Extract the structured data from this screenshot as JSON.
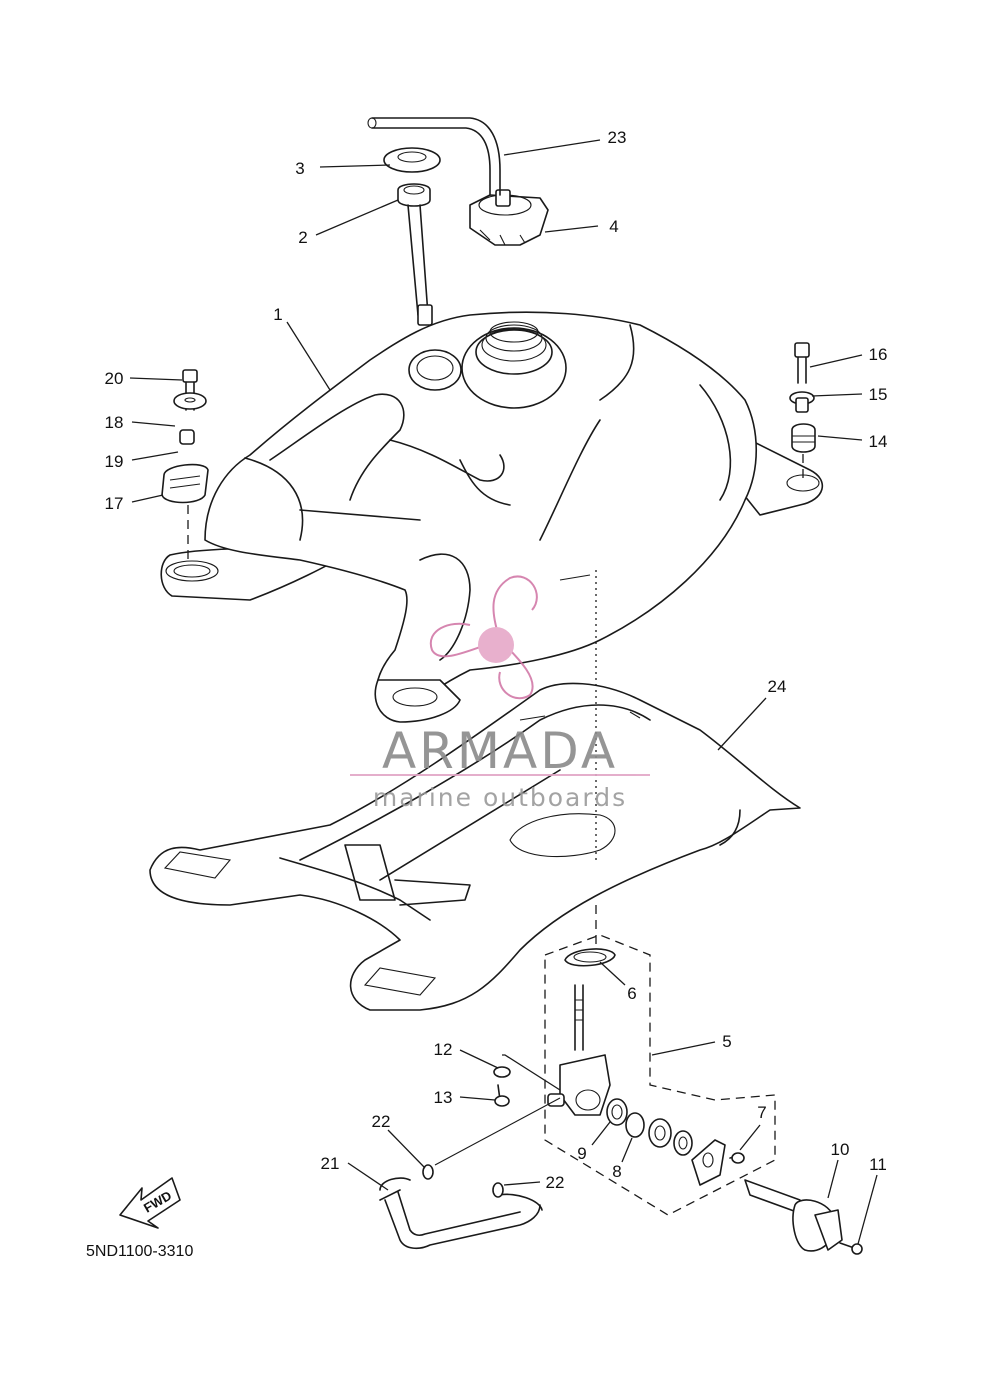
{
  "diagram": {
    "part_code": "5ND1100-3310",
    "fwd_label": "FWD",
    "callouts": [
      {
        "id": "c1",
        "label": "1"
      },
      {
        "id": "c2",
        "label": "2"
      },
      {
        "id": "c3",
        "label": "3"
      },
      {
        "id": "c4",
        "label": "4"
      },
      {
        "id": "c5",
        "label": "5"
      },
      {
        "id": "c6",
        "label": "6"
      },
      {
        "id": "c7",
        "label": "7"
      },
      {
        "id": "c8",
        "label": "8"
      },
      {
        "id": "c9",
        "label": "9"
      },
      {
        "id": "c10",
        "label": "10"
      },
      {
        "id": "c11",
        "label": "11"
      },
      {
        "id": "c12",
        "label": "12"
      },
      {
        "id": "c13",
        "label": "13"
      },
      {
        "id": "c14",
        "label": "14"
      },
      {
        "id": "c15",
        "label": "15"
      },
      {
        "id": "c16",
        "label": "16"
      },
      {
        "id": "c17",
        "label": "17"
      },
      {
        "id": "c18",
        "label": "18"
      },
      {
        "id": "c19",
        "label": "19"
      },
      {
        "id": "c20",
        "label": "20"
      },
      {
        "id": "c21",
        "label": "21"
      },
      {
        "id": "c22a",
        "label": "22"
      },
      {
        "id": "c22b",
        "label": "22"
      },
      {
        "id": "c23",
        "label": "23"
      },
      {
        "id": "c24",
        "label": "24"
      }
    ]
  },
  "watermark": {
    "brand": "ARMADA",
    "tagline": "marine outboards",
    "colors": {
      "logo": "#e6a8c8",
      "logo_stroke": "#d27aa8",
      "text": "#8a8a8a",
      "rule": "#e2a6c6"
    }
  }
}
